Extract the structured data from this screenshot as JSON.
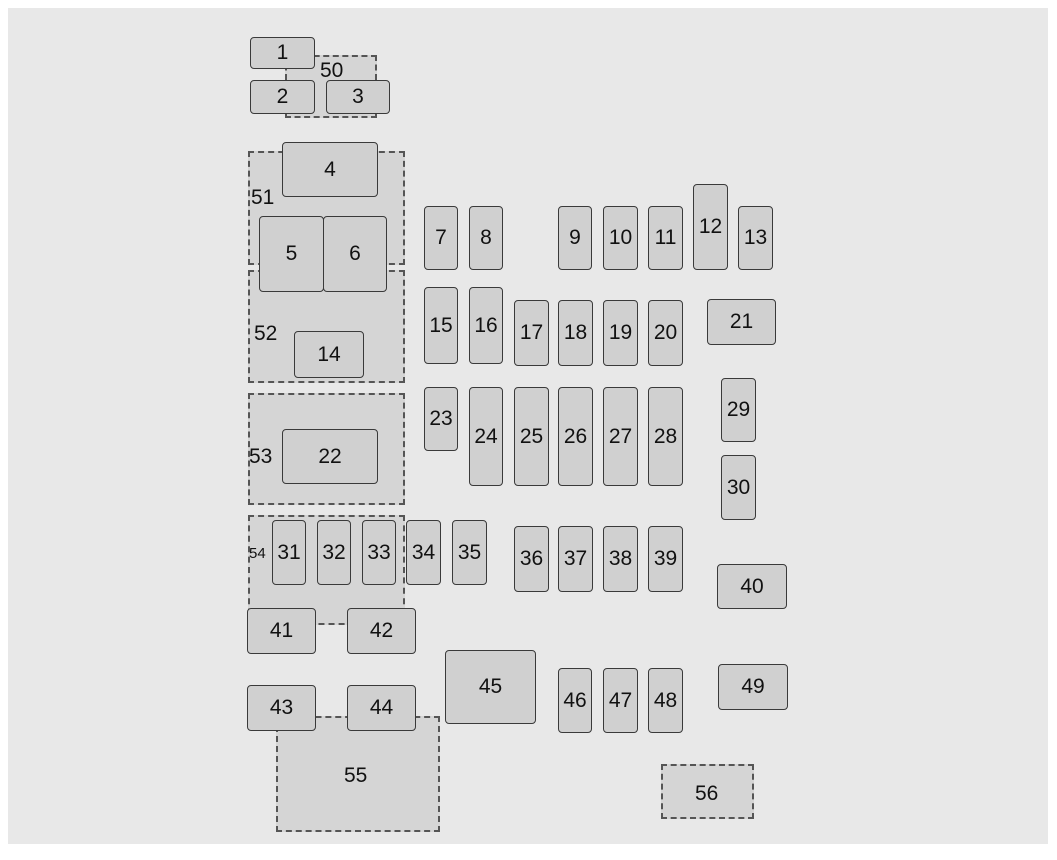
{
  "regions": {
    "r50": "50",
    "r51": "51",
    "r52": "52",
    "r53": "53",
    "r54": "54",
    "r55": "55",
    "r56": "56"
  },
  "fuses": {
    "f1": "1",
    "f2": "2",
    "f3": "3",
    "f4": "4",
    "f5": "5",
    "f6": "6",
    "f7": "7",
    "f8": "8",
    "f9": "9",
    "f10": "10",
    "f11": "11",
    "f12": "12",
    "f13": "13",
    "f14": "14",
    "f15": "15",
    "f16": "16",
    "f17": "17",
    "f18": "18",
    "f19": "19",
    "f20": "20",
    "f21": "21",
    "f22": "22",
    "f23": "23",
    "f24": "24",
    "f25": "25",
    "f26": "26",
    "f27": "27",
    "f28": "28",
    "f29": "29",
    "f30": "30",
    "f31": "31",
    "f32": "32",
    "f33": "33",
    "f34": "34",
    "f35": "35",
    "f36": "36",
    "f37": "37",
    "f38": "38",
    "f39": "39",
    "f40": "40",
    "f41": "41",
    "f42": "42",
    "f43": "43",
    "f44": "44",
    "f45": "45",
    "f46": "46",
    "f47": "47",
    "f48": "48",
    "f49": "49"
  }
}
